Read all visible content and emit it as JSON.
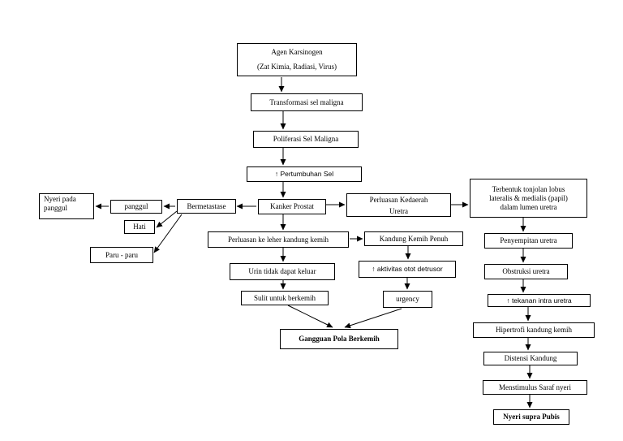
{
  "nodes": {
    "agen_line1": "Agen Karsinogen",
    "agen_line2": "(Zat Kimia, Radiasi, Virus)",
    "transformasi": "Transformasi sel maligna",
    "poliferasi": "Poliferasi Sel Maligna",
    "pertumbuhan": "↑ Pertumbuhan Sel",
    "kanker": "Kanker Prostat",
    "bermetastase": "Bermetastase",
    "panggul": "panggul",
    "nyeri_panggul_1": "Nyeri pada",
    "nyeri_panggul_2": "panggul",
    "hati": "Hati",
    "paru": "Paru - paru",
    "perluasan_leher": "Perluasan ke leher kandung kemih",
    "kandung_penuh": "Kandung Kemih Penuh",
    "urin": "Urin tidak dapat keluar",
    "aktivitas": "↑ aktivitas otot detrusor",
    "sulit": "Sulit untuk berkemih",
    "urgency": "urgency",
    "gangguan": "Gangguan Pola Berkemih",
    "perluasan_uretra_1": "Perluasan Kedaerah",
    "perluasan_uretra_2": "Uretra",
    "tonjolan_1": "Terbentuk tonjolan lobus",
    "tonjolan_2": "lateralis & medialis (papil)",
    "tonjolan_3": "dalam lumen uretra",
    "penyempitan": "Penyempitan uretra",
    "obstruksi": "Obstruksi uretra",
    "tekanan": "↑ tekanan intra uretra",
    "hipertrofi": "Hipertrofi kandung kemih",
    "distensi": "Distensi Kandung",
    "menstimulus": "Menstimulus Saraf nyeri",
    "nyeri_supra": "Nyeri supra Pubis"
  }
}
